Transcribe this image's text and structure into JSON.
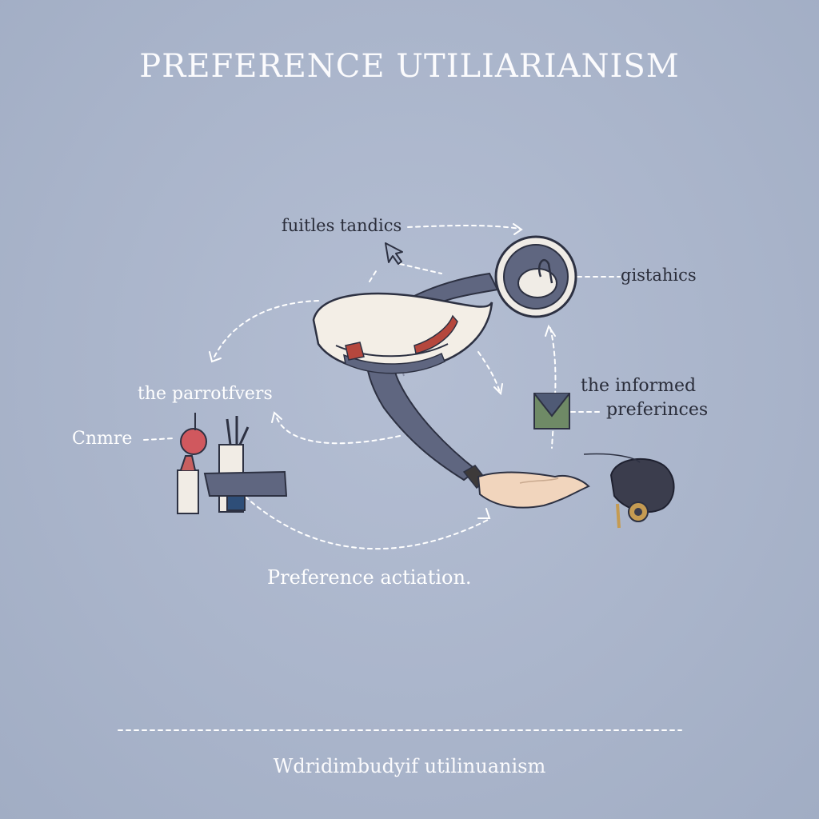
{
  "title": "PREFERENCE UTILIARIANISM",
  "labels": {
    "top": "fuitles tandics",
    "right_top": "gistahics",
    "informed_line1": "the informed",
    "informed_line2": "preferinces",
    "left_mid": "the parrotfvers",
    "left_side": "Cnmre",
    "bottom": "Preference actiation."
  },
  "footer": "Wdridimbudyif utilinuanism",
  "icons": [
    "bowl-icon",
    "pointer-cursor-icon",
    "clock-dial-icon",
    "envelope-icon",
    "hand-icon",
    "paint-bottles-icon",
    "camera-figure-icon"
  ],
  "colors": {
    "background": "#aab5cb",
    "ribbon": "#5f6680",
    "bowl": "#f3eee6",
    "accent_red": "#b5473d",
    "skin": "#f1d5bd",
    "line": "#ffffff"
  }
}
